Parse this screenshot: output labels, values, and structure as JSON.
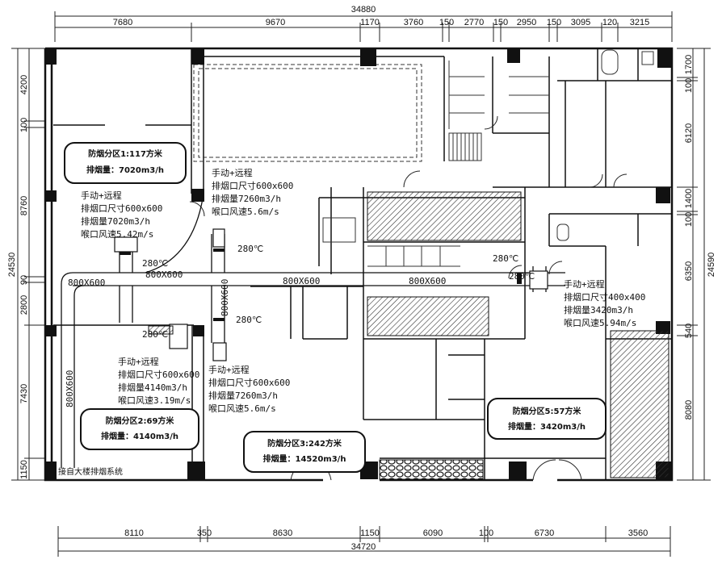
{
  "dimensions": {
    "top_total": "34880",
    "top_segments": [
      "7680",
      "9670",
      "1170",
      "3760",
      "150",
      "2770",
      "150",
      "2950",
      "150",
      "3095",
      "120",
      "3215"
    ],
    "bottom_total": "34720",
    "bottom_segments": [
      "8110",
      "350",
      "8630",
      "1150",
      "6090",
      "100",
      "6730",
      "3560"
    ],
    "left_total": "24530",
    "left_segments": [
      "4200",
      "100",
      "8760",
      "90",
      "2800",
      "7430",
      "1150"
    ],
    "right_total": "24590",
    "right_segments": [
      "1700",
      "100",
      "6120",
      "1400",
      "100",
      "6350",
      "540",
      "8080"
    ]
  },
  "zones": [
    {
      "name": "防烟分区1:117方米",
      "rate": "排烟量：7020m3/h"
    },
    {
      "name": "防烟分区2:69方米",
      "rate": "排烟量：4140m3/h"
    },
    {
      "name": "防烟分区3:242方米",
      "rate": "排烟量：14520m3/h"
    },
    {
      "name": "防烟分区5:57方米",
      "rate": "排烟量：3420m3/h"
    }
  ],
  "annotations": [
    [
      "手动+远程",
      "排烟口尺寸600x600",
      "排烟量7020m3/h",
      "喉口风速5.42m/s"
    ],
    [
      "手动+远程",
      "排烟口尺寸600x600",
      "排烟量7260m3/h",
      "喉口风速5.6m/s"
    ],
    [
      "手动+远程",
      "排烟口尺寸600x600",
      "排烟量4140m3/h",
      "喉口风速3.19m/s"
    ],
    [
      "手动+远程",
      "排烟口尺寸600x600",
      "排烟量7260m3/h",
      "喉口风速5.6m/s"
    ],
    [
      "手动+远程",
      "排烟口尺寸400x400",
      "排烟量3420m3/h",
      "喉口风速5.94m/s"
    ]
  ],
  "ducts": {
    "d1": "800X600",
    "d2": "800X600",
    "d3": "800X600",
    "d4": "800X600",
    "vertical": "800X600",
    "vertical2": "800X600"
  },
  "temps": {
    "t1": "280℃",
    "t2": "280℃",
    "t3": "280℃",
    "t4": "280℃",
    "t5": "280℃",
    "t6": "280℃"
  },
  "connect_label": "接自大楼排烟系统"
}
